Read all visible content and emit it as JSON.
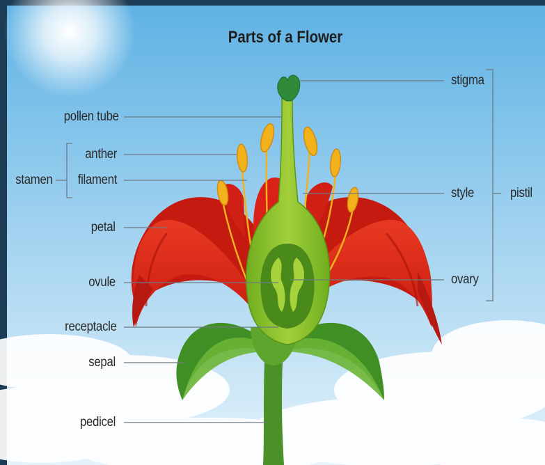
{
  "title": "Parts of a Flower",
  "labels": {
    "pollen_tube": "pollen tube",
    "anther": "anther",
    "filament": "filament",
    "stamen": "stamen",
    "petal": "petal",
    "ovule": "ovule",
    "receptacle": "receptacle",
    "sepal": "sepal",
    "pedicel": "pedicel",
    "stigma": "stigma",
    "style": "style",
    "ovary": "ovary",
    "pistil": "pistil"
  },
  "colors": {
    "sky_top": "#6ab8e6",
    "sky_bottom": "#d7ecf8",
    "petal": "#e0261c",
    "petal_dark": "#b51912",
    "pistil_green": "#8cbf2a",
    "sepal_green": "#4e9a2c",
    "stamen_yellow": "#f2b21c",
    "leader_line": "#6d7a82",
    "frame": "#1c3b55"
  }
}
